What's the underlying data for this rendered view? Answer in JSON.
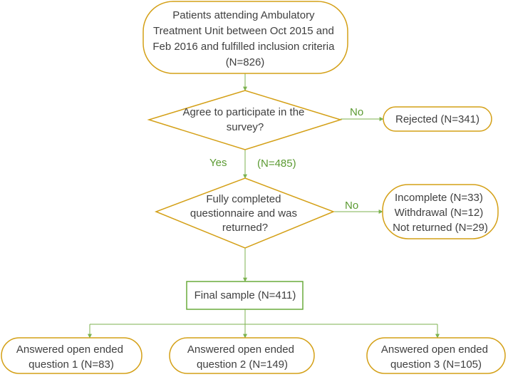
{
  "diagram": {
    "start": {
      "lines": [
        "Patients attending Ambulatory",
        "Treatment Unit between Oct 2015 and",
        "Feb 2016 and fulfilled inclusion criteria",
        "(N=826)"
      ]
    },
    "decision_participate": {
      "lines": [
        "Agree to participate in the",
        "survey?"
      ]
    },
    "rejected": {
      "lines": [
        "Rejected (N=341)"
      ]
    },
    "decision_completed": {
      "lines": [
        "Fully completed",
        "questionnaire and was",
        "returned?"
      ]
    },
    "excluded": {
      "lines": [
        "Incomplete (N=33)",
        "Withdrawal (N=12)",
        "Not returned (N=29)"
      ]
    },
    "final_sample": {
      "lines": [
        "Final sample (N=411)"
      ]
    },
    "question1": {
      "lines": [
        "Answered open ended",
        "question 1 (N=83)"
      ]
    },
    "question2": {
      "lines": [
        "Answered open ended",
        "question 2 (N=149)"
      ]
    },
    "question3": {
      "lines": [
        "Answered open ended",
        "question 3 (N=105)"
      ]
    },
    "edge_labels": {
      "no_participate": "No",
      "yes_participate": "Yes",
      "count_participate": "(N=485)",
      "no_completed": "No"
    }
  },
  "colors": {
    "terminal_border": "#d4a017",
    "process_border": "#6aab3c",
    "connector": "#7cb24f",
    "label_text": "#5b9a32",
    "body_text": "#404040"
  }
}
